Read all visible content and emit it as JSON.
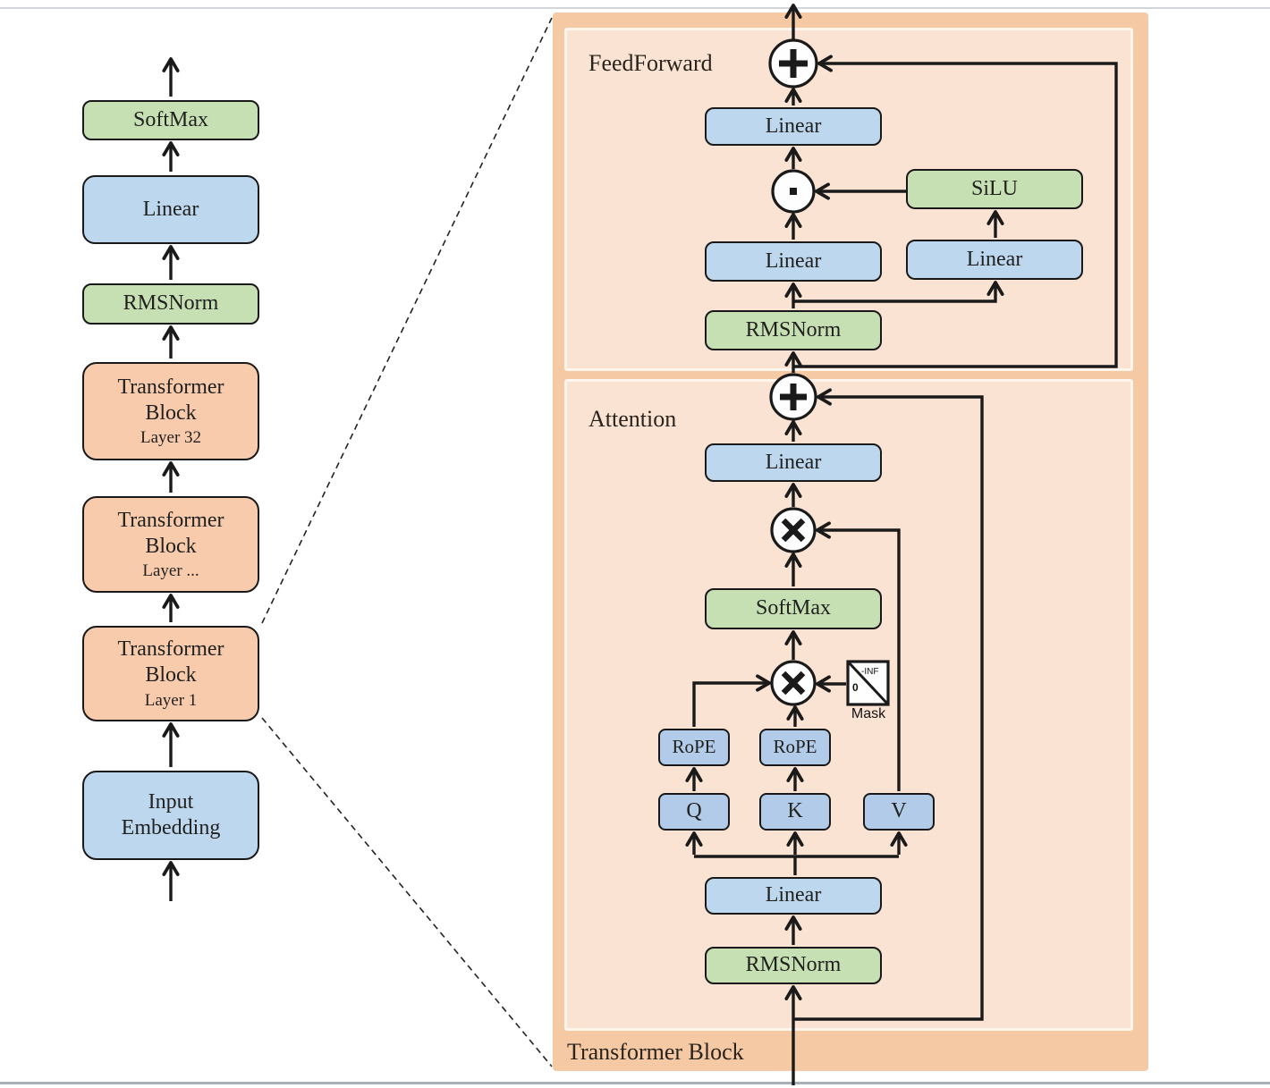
{
  "colors": {
    "panel_outer": "#f5c9a4",
    "panel_inner": "#fae3d2",
    "box_blue": "#bdd7ee",
    "box_blue_deep": "#b1cbe9",
    "box_green": "#c6e0b4",
    "box_orange": "#f8cbad",
    "line": "#1a1a1a",
    "text": "#21211f"
  },
  "pipeline": {
    "softmax": "SoftMax",
    "linear": "Linear",
    "rmsnorm": "RMSNorm",
    "block_layer32": {
      "label": "Transformer Block",
      "layer": "Layer 32"
    },
    "block_layer_mid": {
      "label": "Transformer Block",
      "layer": "Layer ..."
    },
    "block_layer1": {
      "label": "Transformer Block",
      "layer": "Layer 1"
    },
    "input_embedding": "Input Embedding"
  },
  "detail": {
    "panel_label": "Transformer Block",
    "feedforward": {
      "label": "FeedForward",
      "linear_out": "Linear",
      "silu": "SiLU",
      "linear_left": "Linear",
      "linear_right": "Linear",
      "rmsnorm": "RMSNorm"
    },
    "attention": {
      "label": "Attention",
      "linear_out": "Linear",
      "softmax": "SoftMax",
      "mask": {
        "neg_inf": "-INF",
        "zero": "0",
        "label": "Mask"
      },
      "rope_q": "RoPE",
      "rope_k": "RoPE",
      "q": "Q",
      "k": "K",
      "v": "V",
      "linear_in": "Linear",
      "rmsnorm": "RMSNorm"
    }
  }
}
